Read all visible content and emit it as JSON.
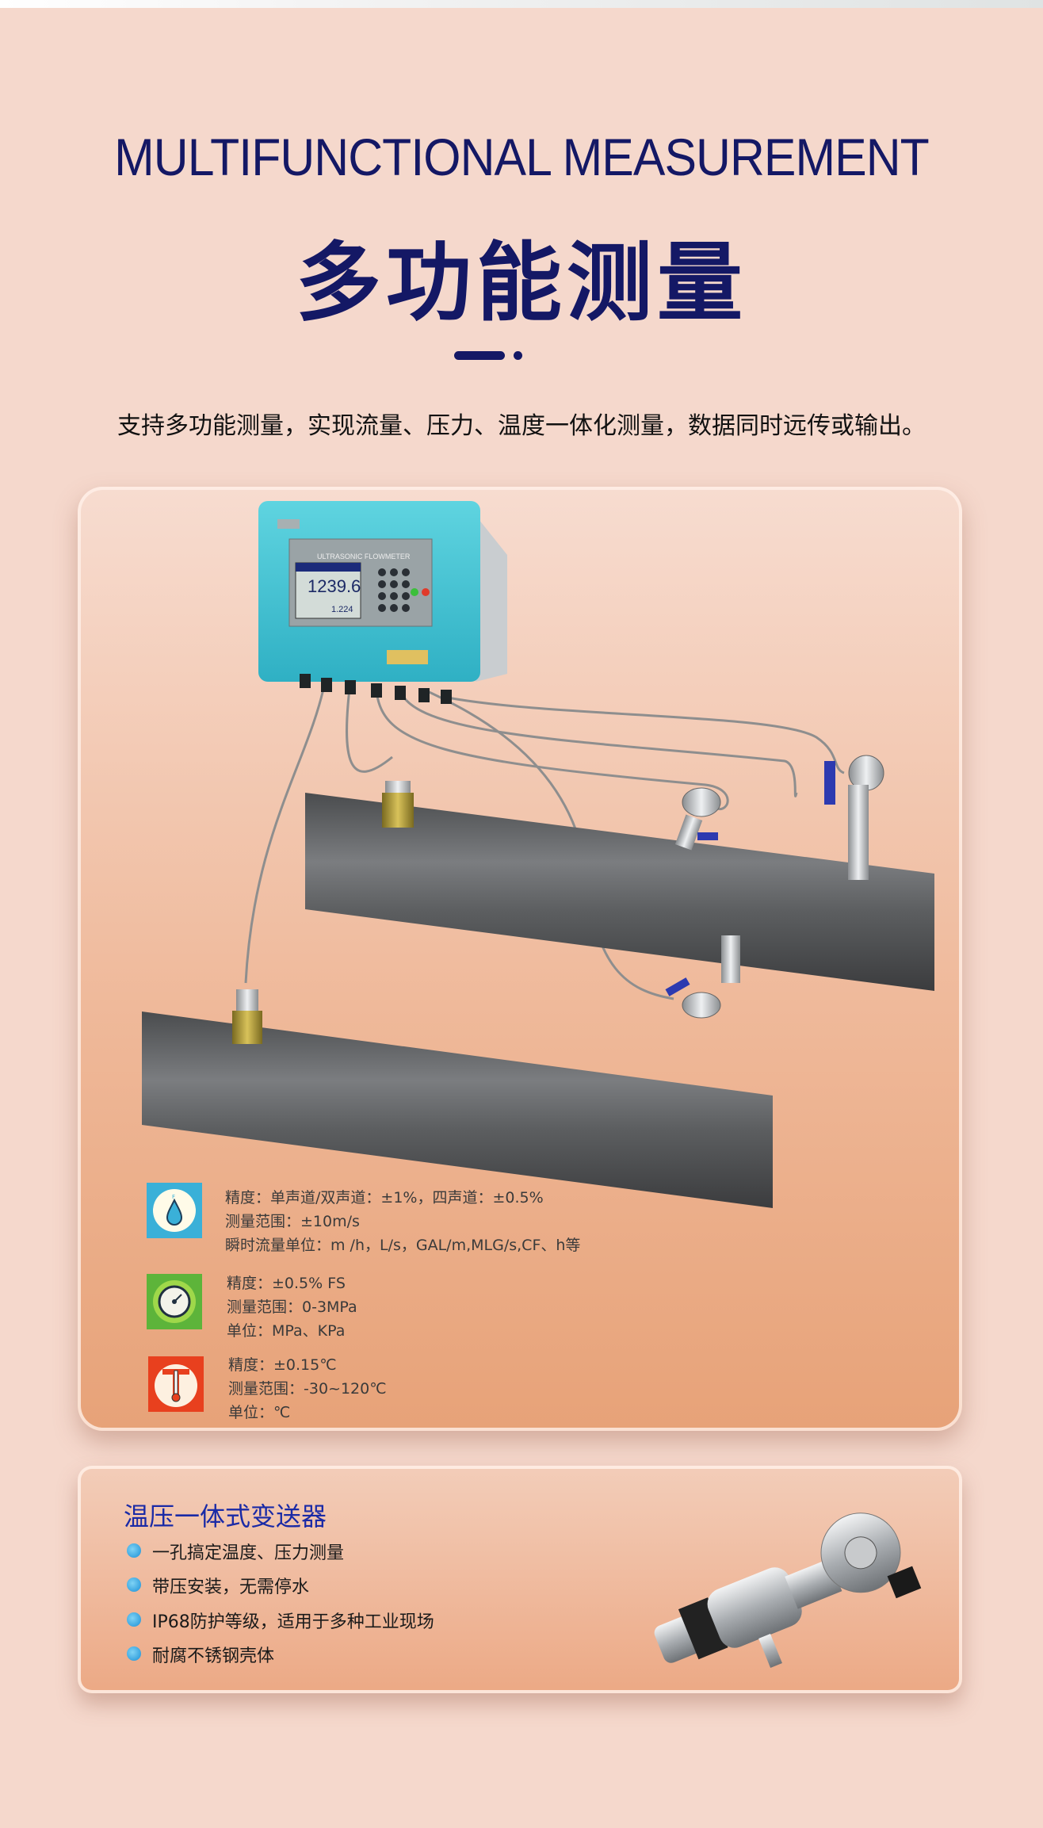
{
  "header": {
    "title_en": "MULTIFUNCTIONAL MEASUREMENT",
    "title_cn": "多功能测量",
    "subtitle": "支持多功能测量，实现流量、压力、温度一体化测量，数据同时远传或输出。"
  },
  "device": {
    "label": "ULTRASONIC FLOWMETER",
    "reading": "1239.6",
    "sub_reading": "1.224"
  },
  "specs": [
    {
      "icon": "water-drop-icon",
      "color": "#3ab0d8",
      "lines": [
        "精度：单声道/双声道：±1%，四声道：±0.5%",
        "测量范围：±10m/s",
        "瞬时流量单位：m /h，L/s，GAL/m,MLG/s,CF、h等"
      ]
    },
    {
      "icon": "pressure-gauge-icon",
      "color": "#5db43a",
      "lines": [
        "精度：±0.5% FS",
        "测量范围：0-3MPa",
        "单位：MPa、KPa"
      ]
    },
    {
      "icon": "thermometer-icon",
      "color": "#e8401e",
      "lines": [
        "精度：±0.15℃",
        "测量范围：-30~120℃",
        "单位：℃"
      ]
    }
  ],
  "transmitter": {
    "title": "温压一体式变送器",
    "features": [
      "一孔搞定温度、压力测量",
      "带压安装，无需停水",
      "IP68防护等级，适用于多种工业现场",
      "耐腐不锈钢壳体"
    ]
  },
  "colors": {
    "title": "#141865",
    "accent": "#1a2aa6",
    "background": "#f5d8cc"
  }
}
